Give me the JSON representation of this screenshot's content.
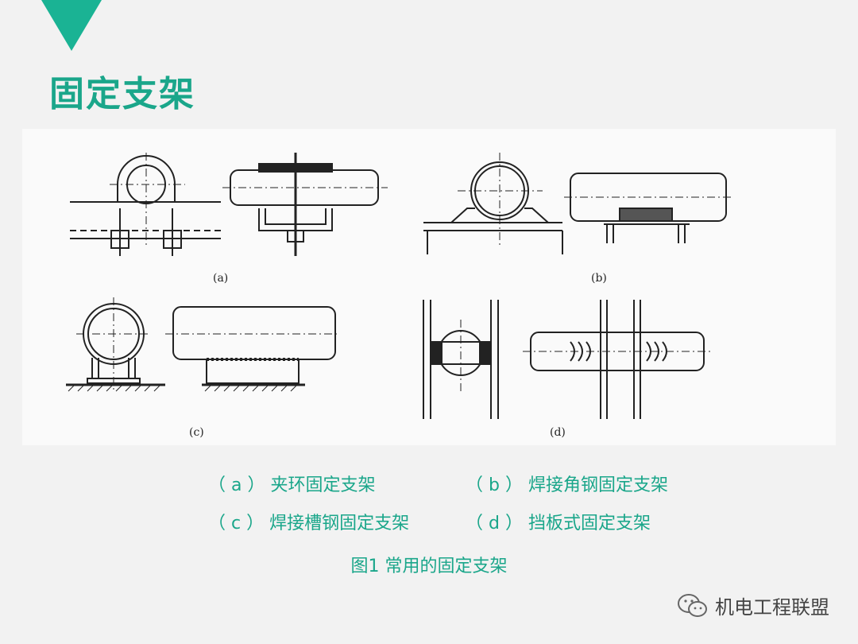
{
  "slide": {
    "title": "固定支架",
    "accent_color": "#1ab394"
  },
  "figure": {
    "panel_labels": [
      "(a)",
      "(b)",
      "(c)",
      "(d)"
    ],
    "legend": [
      {
        "key": "（ a ）",
        "text": "夹环固定支架"
      },
      {
        "key": "（ b ）",
        "text": "焊接角钢固定支架"
      },
      {
        "key": "（ c ）",
        "text": "焊接槽钢固定支架"
      },
      {
        "key": "（ d ）",
        "text": "挡板式固定支架"
      }
    ],
    "caption": "图1  常用的固定支架"
  },
  "watermark": {
    "icon": "wechat-icon",
    "text": "机电工程联盟"
  }
}
